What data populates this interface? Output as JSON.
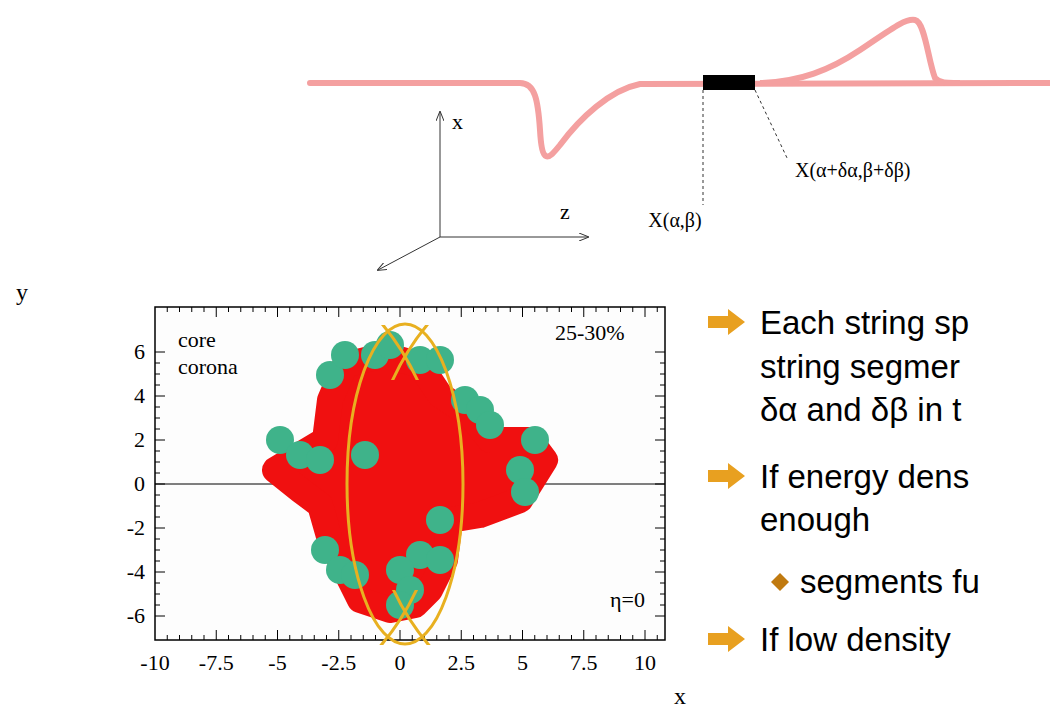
{
  "diagram": {
    "labels": [
      "x",
      "z",
      "X(α,β)",
      "X(α+δα,β+δβ)",
      "y",
      "6",
      "4",
      "2",
      "0",
      "-2",
      "-4",
      "-6",
      "-10",
      "-7.5",
      "-5",
      "-2.5",
      "0",
      "2.5",
      "5",
      "7.5",
      "10",
      "x",
      "core",
      "corona",
      "25-30%",
      "η=0",
      "Each string sp",
      "string segmer",
      "δα and δβ in t",
      "If energy dens",
      "enough",
      "segments fu",
      "If low density"
    ]
  }
}
